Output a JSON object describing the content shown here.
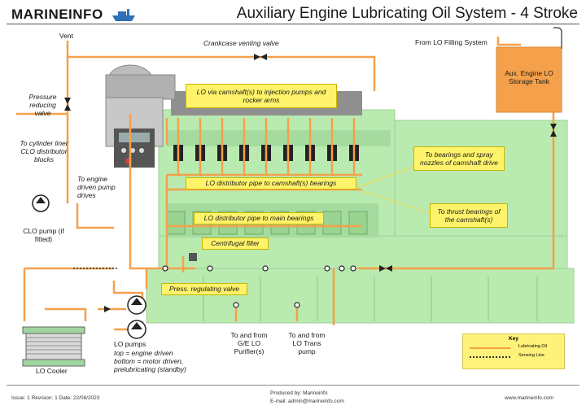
{
  "header": {
    "brand": "MARINEINFO",
    "title": "Auxiliary Engine Lubricating Oil System - 4 Stroke"
  },
  "labels": {
    "vent": "Vent",
    "crankcase_valve": "Crankcase venting valve",
    "from_filling": "From LO Filling System",
    "storage_tank": "Aux. Engine LO Storage Tank",
    "pressure_reducing": "Pressure reducing valve",
    "cylinder_liner": "To cylinder liner CLO distributor blocks",
    "engine_driven": "To engine driven pump drives",
    "clo_pump": "CLO pump (if fitted)",
    "lo_cooler": "LO Cooler",
    "lo_pumps_title": "LO pumps",
    "lo_pumps_desc": "top = engine driven bottom = motor driven, prelubricating (standby)",
    "purifier": "To and from G/E LO Purifier(s)",
    "trans_pump": "To and from LO Trans pump"
  },
  "callouts": {
    "camshaft_injection": "LO via camshaft(s) to injection pumps and rocker arms",
    "bearings_spray": "To bearings and spray nozzles of camshaft drive",
    "dist_camshaft": "LO distributor pipe to camshaft(s) bearings",
    "thrust_bearings": "To thrust bearings of the camshaft(s)",
    "dist_main": "LO distributor pipe to main bearings",
    "centrifugal": "Centrifugal filter",
    "press_reg": "Press. regulating valve"
  },
  "key": {
    "title": "Key",
    "lub_oil": "Lubricating Oil",
    "sensing": "Sensing Line"
  },
  "footer": {
    "issue": "Issue: 1 Revision: 1 Date: 22/08/2023",
    "produced": "Produced by: Marineinfo",
    "email": "E-mail: admin@marineinfo.com",
    "website": "www.marineinfo.com"
  },
  "colors": {
    "pipe": "#f5a04a",
    "engine": "#b9eab0",
    "callout": "#fff36b",
    "key_bg": "#fff27a"
  }
}
